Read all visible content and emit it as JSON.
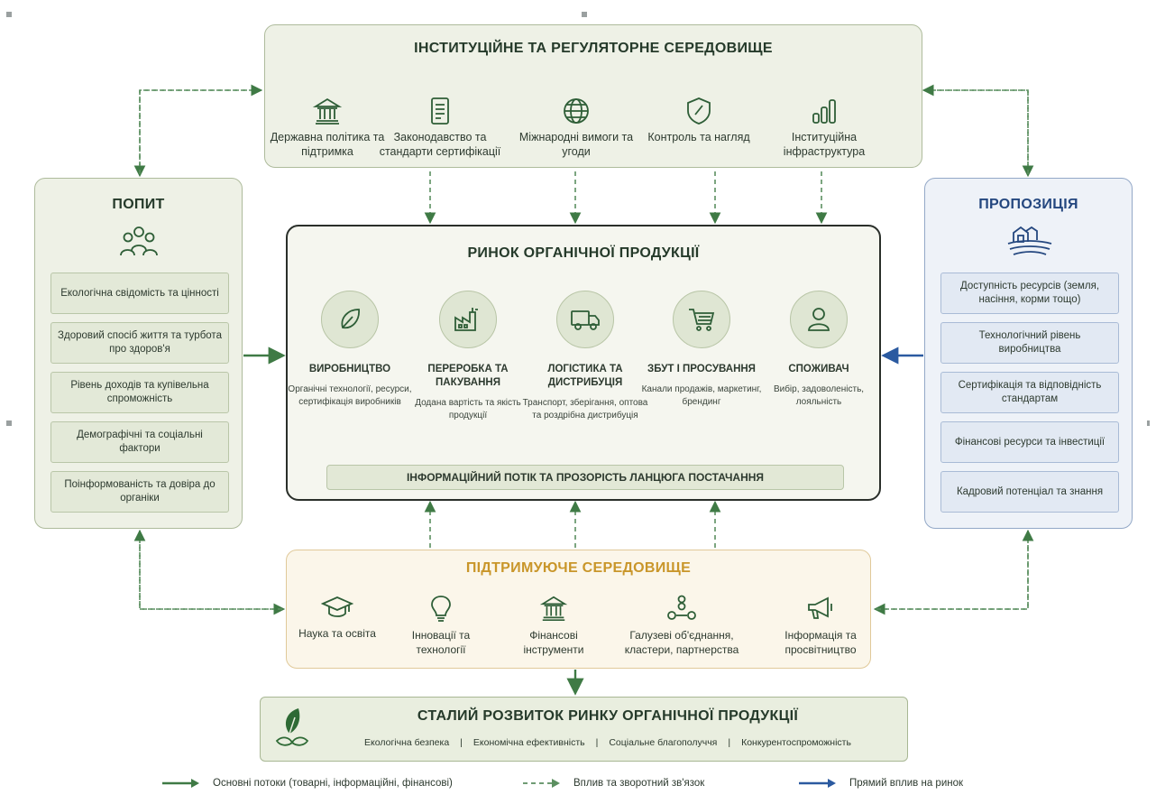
{
  "institutional": {
    "title": "ІНСТИТУЦІЙНЕ ТА РЕГУЛЯТОРНЕ СЕРЕДОВИЩЕ",
    "items": [
      {
        "icon": "bank-icon",
        "label": "Державна політика та підтримка"
      },
      {
        "icon": "document-icon",
        "label": "Законодавство та стандарти сертифікації"
      },
      {
        "icon": "globe-icon",
        "label": "Міжнародні вимоги та угоди"
      },
      {
        "icon": "shield-icon",
        "label": "Контроль та нагляд"
      },
      {
        "icon": "bar-chart-icon",
        "label": "Інституційна інфраструктура"
      }
    ]
  },
  "demand": {
    "title": "ПОПИТ",
    "icon": "people-group-icon",
    "items": [
      "Екологічна свідомість та цінності",
      "Здоровий спосіб життя та турбота про здоров'я",
      "Рівень доходів та купівельна спроможність",
      "Демографічні та соціальні фактори",
      "Поінформованість та довіра до органіки"
    ]
  },
  "supply": {
    "title": "ПРОПОЗИЦІЯ",
    "icon": "farm-icon",
    "items": [
      "Доступність ресурсів (земля, насіння, корми тощо)",
      "Технологічний рівень виробництва",
      "Сертифікація та відповідність стандартам",
      "Фінансові ресурси та інвестиції",
      "Кадровий потенціал та знання"
    ]
  },
  "market": {
    "title": "РИНОК ОРГАНІЧНОЇ ПРОДУКЦІЇ",
    "stages": [
      {
        "icon": "leaf-icon",
        "title": "ВИРОБНИЦТВО",
        "desc": "Органічні технології, ресурси, сертифікація виробників"
      },
      {
        "icon": "factory-icon",
        "title": "ПЕРЕРОБКА ТА ПАКУВАННЯ",
        "desc": "Додана вартість та якість продукції"
      },
      {
        "icon": "truck-icon",
        "title": "ЛОГІСТИКА ТА ДИСТРИБУЦІЯ",
        "desc": "Транспорт, зберігання, оптова та роздрібна дистрибуція"
      },
      {
        "icon": "cart-icon",
        "title": "ЗБУТ І ПРОСУВАННЯ",
        "desc": "Канали продажів, маркетинг, брендинг"
      },
      {
        "icon": "person-icon",
        "title": "СПОЖИВАЧ",
        "desc": "Вибір, задоволеність, лояльність"
      }
    ],
    "info_flow": "ІНФОРМАЦІЙНИЙ ПОТІК ТА ПРОЗОРІСТЬ ЛАНЦЮГА ПОСТАЧАННЯ"
  },
  "supporting": {
    "title": "ПІДТРИМУЮЧЕ СЕРЕДОВИЩЕ",
    "items": [
      {
        "icon": "graduation-cap-icon",
        "label": "Наука та освіта"
      },
      {
        "icon": "lightbulb-icon",
        "label": "Інновації та технології"
      },
      {
        "icon": "bank-icon",
        "label": "Фінансові інструменти"
      },
      {
        "icon": "network-icon",
        "label": "Галузеві об'єднання, кластери, партнерства"
      },
      {
        "icon": "megaphone-icon",
        "label": "Інформація та просвітництво"
      }
    ]
  },
  "sustainable": {
    "title": "СТАЛИЙ РОЗВИТОК РИНКУ ОРГАНІЧНОЇ ПРОДУКЦІЇ",
    "items": [
      "Екологічна безпека",
      "Економічна ефективність",
      "Соціальне благополуччя",
      "Конкурентоспроможність"
    ],
    "separator": "|"
  },
  "legend": {
    "main_flows": "Основні потоки (товарні, інформаційні, фінансові)",
    "influence": "Вплив та зворотний зв'язок",
    "direct": "Прямий вплив на ринок"
  },
  "colors": {
    "green": "#3f7a45",
    "dark_green": "#2e5e37",
    "blue": "#2b5aa0",
    "gold": "#c9962a"
  }
}
